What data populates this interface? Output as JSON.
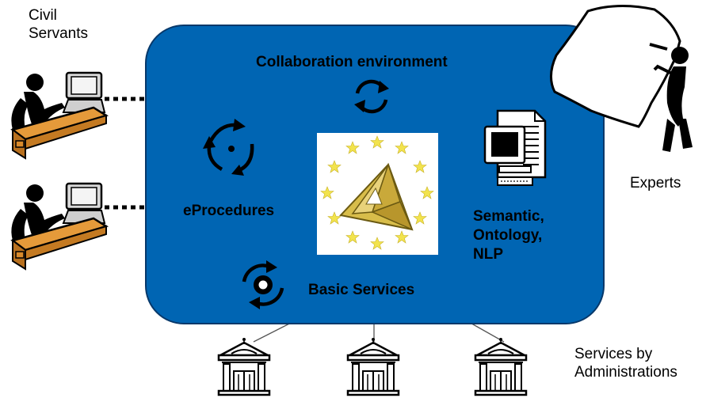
{
  "labels": {
    "civil_servants": [
      "Civil",
      "Servants"
    ],
    "experts": "Experts",
    "administrations": [
      "Services by",
      "Administrations"
    ],
    "collaboration": "Collaboration environment",
    "eprocedures": "eProcedures",
    "semantic": [
      "Semantic,",
      "Ontology,",
      "NLP"
    ],
    "basic_services": "Basic Services"
  },
  "colors": {
    "panel_fill": "#0065b3",
    "panel_stroke": "#07386a",
    "desk": "#d98a2b",
    "logo_gold": "#d8bd4a",
    "star": "#f2e34d"
  },
  "icons": [
    "cycle-arrows-icon",
    "triangle-cycle-icon",
    "document-computer-icon",
    "circular-target-icon",
    "eu-triangle-logo",
    "government-building-icon",
    "person-at-computer-icon",
    "expert-with-board-icon"
  ]
}
